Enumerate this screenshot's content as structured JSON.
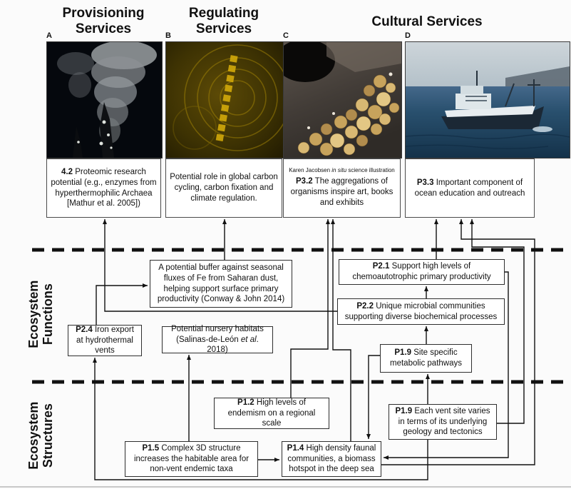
{
  "figure": {
    "headers": {
      "provisioning": "Provisioning Services",
      "regulating": "Regulating Services",
      "cultural": "Cultural Services"
    },
    "panels": {
      "a": {
        "letter": "A"
      },
      "b": {
        "letter": "B"
      },
      "c": {
        "letter": "C",
        "caption_pre": "Karen Jacobsen ",
        "caption_it": "in situ",
        "caption_post": " science illustration"
      },
      "d": {
        "letter": "D"
      }
    },
    "service_boxes": {
      "a": {
        "prefix": "4.2",
        "pre": " Proteomic research potential (e.g., enzymes from hyperthermophilic Archaea [Mathur et al. 2005])",
        "it": "",
        "post": ""
      },
      "b": {
        "prefix": "",
        "pre": "Potential role in global carbon cycling, carbon fixation and climate regulation.",
        "it": "",
        "post": ""
      },
      "c": {
        "prefix": "P3.2",
        "pre": " The aggregations of organisms inspire art, books and exhibits",
        "it": "",
        "post": ""
      },
      "d": {
        "prefix": "P3.3",
        "pre": " Important component of ocean education and outreach",
        "it": "",
        "post": ""
      }
    },
    "section_labels": {
      "functions": "Ecosystem Functions",
      "structures": "Ecosystem Structures"
    },
    "function_boxes": {
      "p24": {
        "prefix": "P2.4",
        "pre": " Iron export at hydrothermal vents",
        "it": "",
        "post": ""
      },
      "buffer": {
        "prefix": "",
        "pre": "A potential buffer against seasonal fluxes of Fe from Saharan dust, helping support surface primary productivity (Conway & John 2014)",
        "it": "",
        "post": ""
      },
      "nursery": {
        "prefix": "",
        "pre": "Potential nursery habitats (Salinas-de-León ",
        "it": "et al",
        "post": ". 2018)"
      },
      "p21": {
        "prefix": "P2.1",
        "pre": " Support high levels of chemoautotrophic primary productivity",
        "it": "",
        "post": ""
      },
      "p22": {
        "prefix": "P2.2",
        "pre": " Unique microbial communities supporting diverse biochemical processes",
        "it": "",
        "post": ""
      },
      "p19ss": {
        "prefix": "P1.9",
        "pre": " Site specific metabolic pathways",
        "it": "",
        "post": ""
      }
    },
    "structure_boxes": {
      "p12": {
        "prefix": "P1.2",
        "pre": " High levels of endemism on a regional scale",
        "it": "",
        "post": ""
      },
      "p19ev": {
        "prefix": "P1.9",
        "pre": " Each vent site varies in terms of its underlying geology and tectonics",
        "it": "",
        "post": ""
      },
      "p15": {
        "prefix": "P1.5",
        "pre": " Complex 3D structure increases the habitable area for non-vent endemic taxa",
        "it": "",
        "post": ""
      },
      "p14": {
        "prefix": "P1.4",
        "pre": " High density faunal communities, a biomass hotspot in the deep sea",
        "it": "",
        "post": ""
      }
    },
    "colors": {
      "line": "#111111",
      "box_border": "#2e2e2e",
      "background": "#fbfbfb"
    }
  }
}
